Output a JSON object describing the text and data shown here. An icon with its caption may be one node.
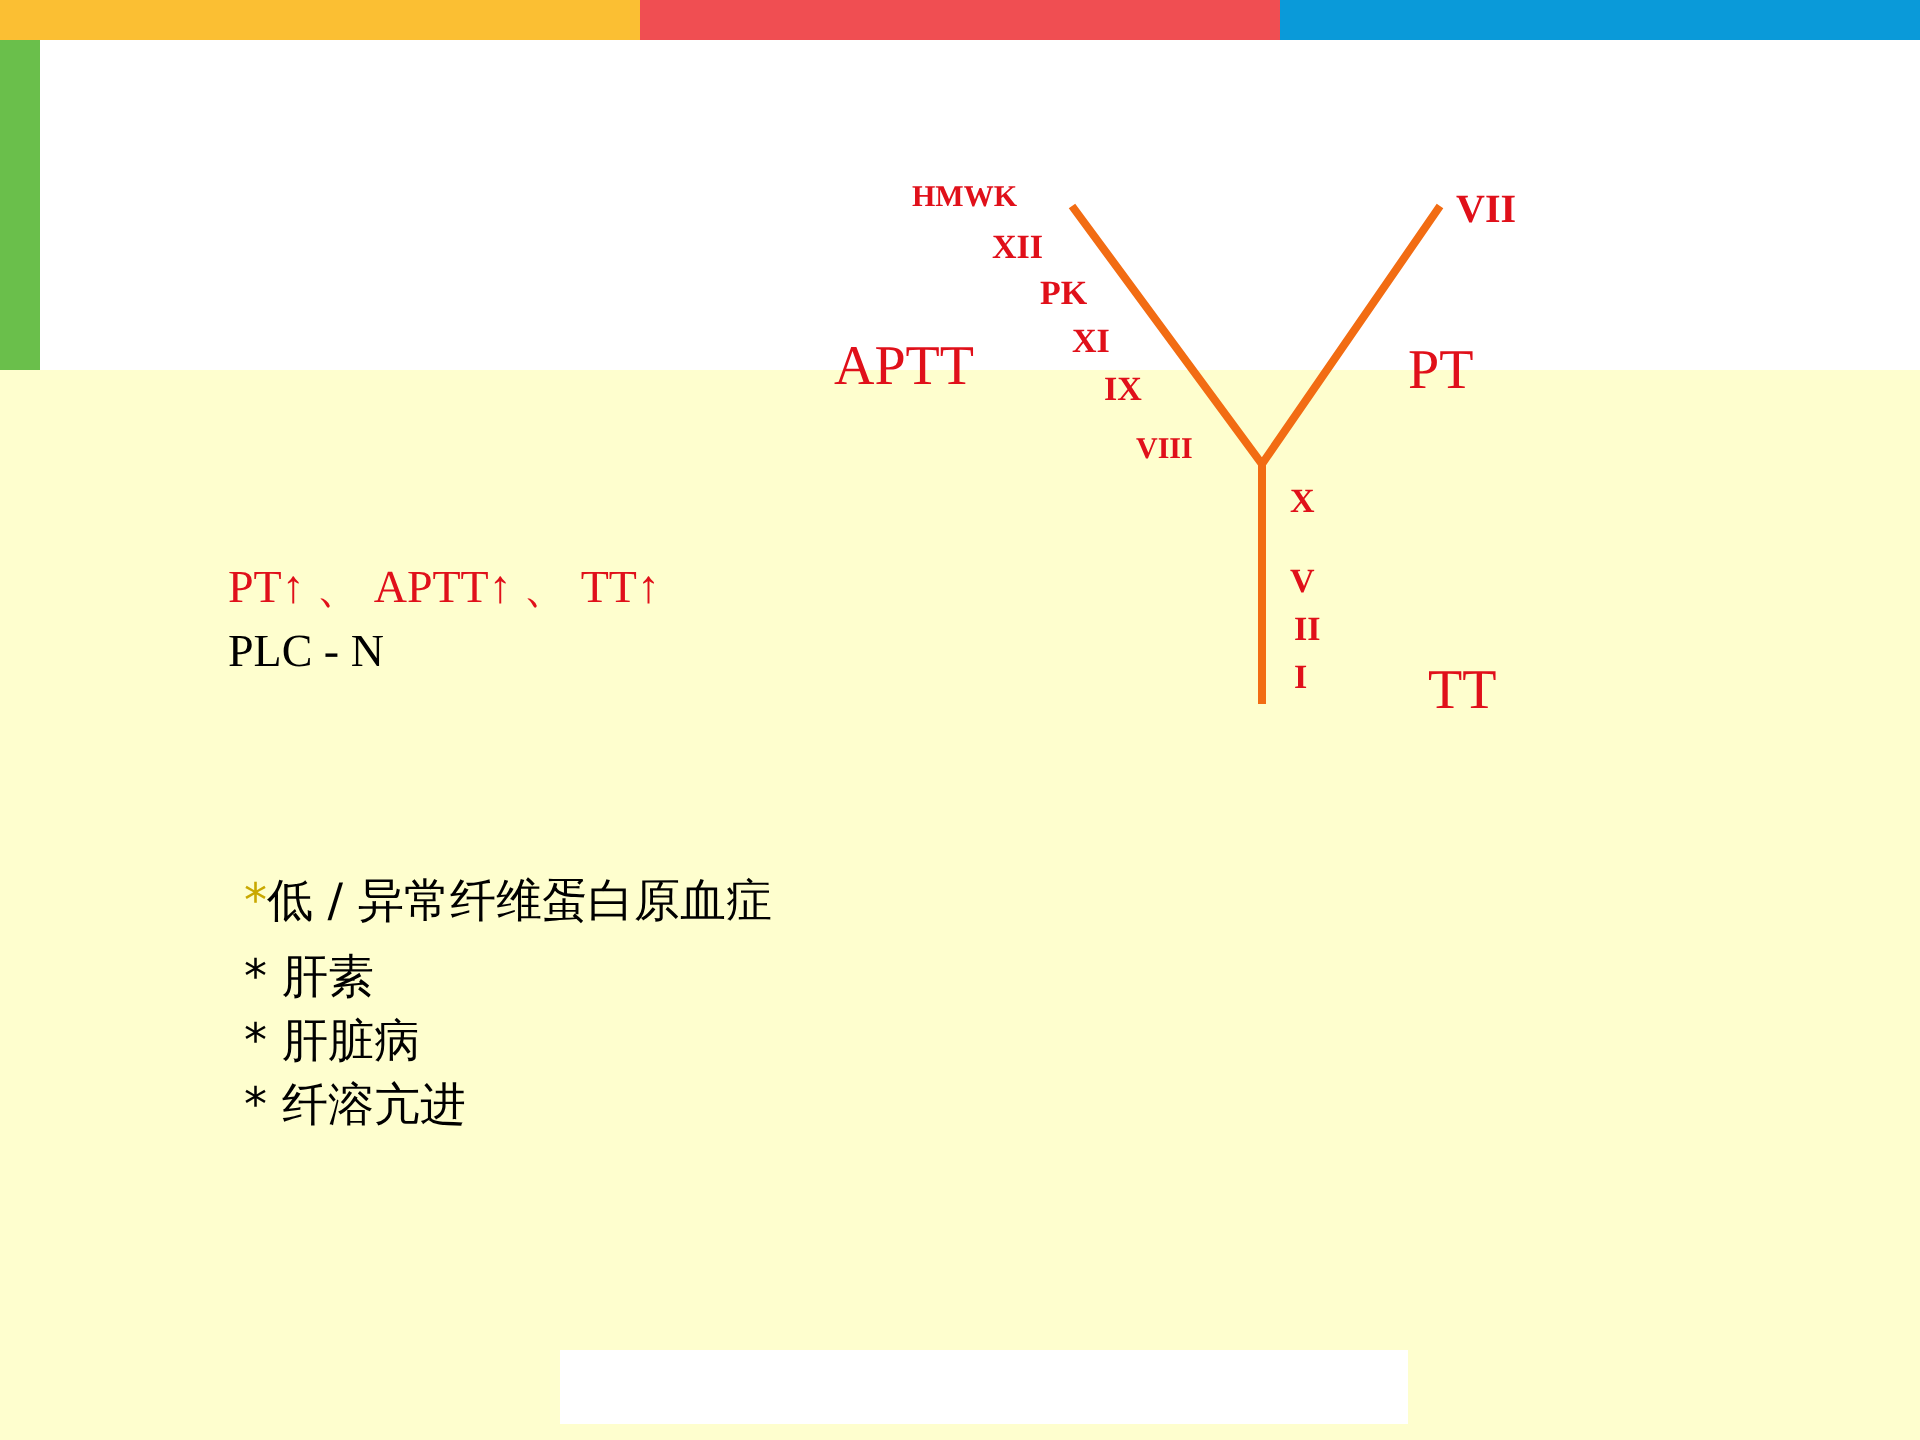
{
  "diagram": {
    "labels": [
      "HMWK",
      "VII",
      "XII",
      "PK",
      "XI",
      "APTT",
      "PT",
      "IX",
      "VIII",
      "X",
      "PT↑ 、 APTT↑ 、 TT↑",
      "V",
      "PLC - N",
      "II",
      "I",
      "TT",
      "*低 / 异常纤维蛋白原血症",
      "* 肝素",
      "* 肝脏病",
      "* 纤溶亢进"
    ]
  }
}
